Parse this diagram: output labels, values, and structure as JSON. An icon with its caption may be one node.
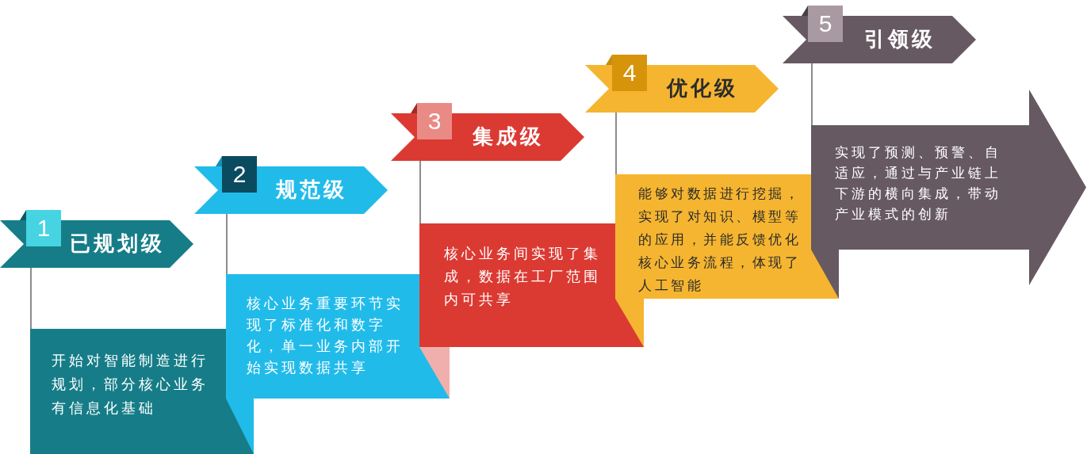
{
  "diagram": {
    "nodes": [
      {
        "text": [
          "1"
        ]
      },
      {
        "text": [
          "已规划级"
        ]
      },
      {
        "text": [
          "开始对智能制造进行规划，部分核心业务有信息化基础"
        ]
      },
      {
        "text": [
          "2"
        ]
      },
      {
        "text": [
          "规范级"
        ]
      },
      {
        "text": [
          "核心业务重要环节实现了标准化和数字化，单一业务内部开始实现数据共享"
        ]
      },
      {
        "text": [
          "3"
        ]
      },
      {
        "text": [
          "集成级"
        ]
      },
      {
        "text": [
          "核心业务间实现了集成，数据在工厂范围内可共享"
        ]
      },
      {
        "text": [
          "4"
        ]
      },
      {
        "text": [
          "优化级"
        ]
      },
      {
        "text": [
          "能够对数据进行挖掘，实现了对知识、模型等的应用，并能反馈优化核心业务流程，体现了人工智能"
        ]
      },
      {
        "text": [
          "5"
        ]
      },
      {
        "text": [
          "引领级"
        ]
      },
      {
        "text": [
          "实现了预测、预警、自适应，通过与产业链上下游的横向集成，带动产业模式的创新"
        ]
      }
    ],
    "edges": [
      {
        "from": 1,
        "to": 2,
        "arrow": "none"
      },
      {
        "from": 4,
        "to": 5,
        "arrow": "none"
      },
      {
        "from": 7,
        "to": 8,
        "arrow": "none"
      },
      {
        "from": 10,
        "to": 11,
        "arrow": "none"
      },
      {
        "from": 13,
        "to": 14,
        "arrow": "none"
      }
    ]
  }
}
